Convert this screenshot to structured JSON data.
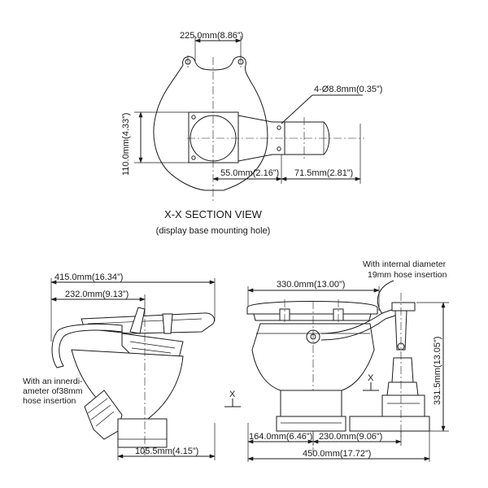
{
  "section_view": {
    "title": "X-X SECTION VIEW",
    "subtitle": "(display base mounting hole)",
    "dim_top_width": "225.0mm(8.86”)",
    "dim_hole": "4-Ø8.8mm(0.35”)",
    "dim_height": "110.0mm(4.33”)",
    "dim_offset_left": "55.0mm(2.16”)",
    "dim_offset_right": "71.5mm(2.81”)"
  },
  "side_view": {
    "dim_total_length": "415.0mm(16.34”)",
    "dim_partial_length": "232.0mm(9.13”)",
    "dim_base": "105.5mm(4.15”)",
    "note_hose_lines": [
      "With an innerdi-",
      "ameter of38mm",
      "hose insertion"
    ],
    "section_marker": "X"
  },
  "front_view": {
    "dim_top_width": "330.0mm(13.00”)",
    "dim_height": "331.5mm(13.05”)",
    "dim_left_base": "164.0mm(6.46”)",
    "dim_right_base": "230.0mm(9.06”)",
    "dim_total_width": "450.0mm(17.72”)",
    "note_hose_lines": [
      "With internal diameter",
      "19mm hose insertion"
    ],
    "section_marker": "X"
  }
}
